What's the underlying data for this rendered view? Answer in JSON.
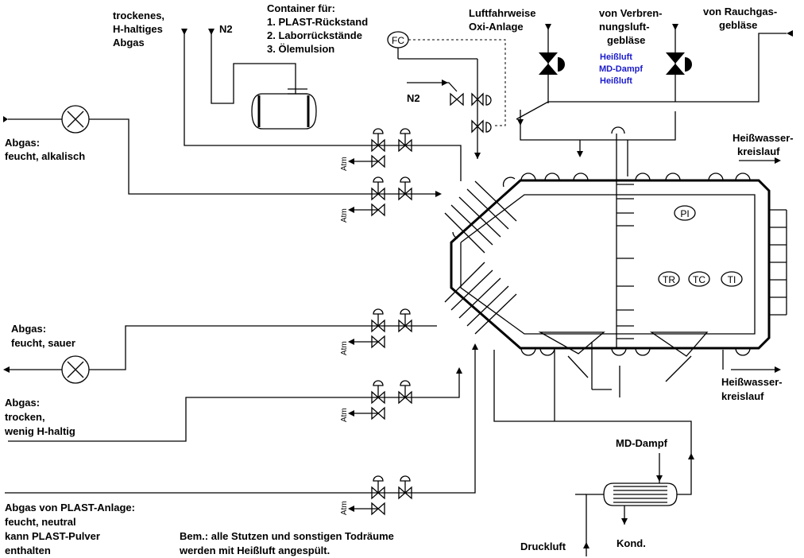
{
  "top_labels": {
    "dry_gas_1": "trockenes,",
    "dry_gas_2": "H-haltiges",
    "dry_gas_3": "Abgas",
    "n2_top": "N2",
    "container_title": "Container für:",
    "container_item1": "1.  PLAST-Rückstand",
    "container_item2": "2.  Laborrückstände",
    "container_item3": "3.  Ölemulsion",
    "fc": "FC",
    "luft_1": "Luftfahrweise",
    "luft_2": "Oxi-Anlage",
    "verbr_1": "von Verbren-",
    "verbr_2": "nungsluft-",
    "verbr_3": "gebläse",
    "rauch_1": "von Rauchgas-",
    "rauch_2": "gebläse",
    "heissluft_1": "Heißluft",
    "md_dampf_blue": "MD-Dampf",
    "heissluft_2": "Heißluft",
    "n2_mid": "N2"
  },
  "left_labels": {
    "alk_1": "Abgas:",
    "alk_2": "feucht, alkalisch",
    "sauer_1": "Abgas:",
    "sauer_2": "feucht,  sauer",
    "trocken_1": "Abgas:",
    "trocken_2": "trocken,",
    "trocken_3": "wenig  H-haltig",
    "plast_1": "Abgas von PLAST-Anlage:",
    "plast_2": "feucht, neutral",
    "plast_3": "kann  PLAST-Pulver",
    "plast_4": "enthalten",
    "atm": "Atm"
  },
  "right_labels": {
    "hw_top_1": "Heißwasser-",
    "hw_top_2": "kreislauf",
    "hw_bot_1": "Heißwasser-",
    "hw_bot_2": "kreislauf",
    "md_dampf": "MD-Dampf",
    "druckluft": "Druckluft",
    "kond": "Kond."
  },
  "instruments": {
    "pi": "PI",
    "tr": "TR",
    "tc": "TC",
    "ti": "TI"
  },
  "note": {
    "line1": "Bem.:  alle  Stutzen  und  sonstigen  Todräume",
    "line2": "werden  mit  Heißluft  angespült."
  }
}
